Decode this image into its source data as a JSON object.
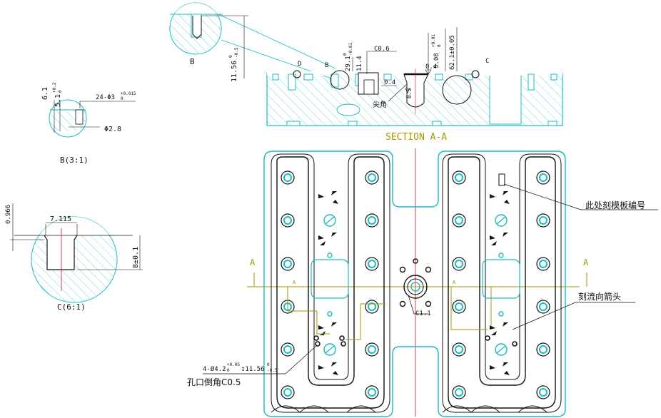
{
  "colors": {
    "outline": "#111111",
    "part": "#17bcc6",
    "hatch": "#6fd6dc",
    "centerline": "#e01010",
    "section": "#a79a00",
    "dim": "#111111"
  },
  "detail_b": {
    "label": "B",
    "scale_label": "B(3:1)",
    "dim_h1": "6.1",
    "dim_h2": "5.1",
    "dim_h2_tol_up": "+0.2",
    "dim_h2_tol_dn": "0",
    "dim_holes": "24-Φ3",
    "dim_holes_tol_up": "+0.015",
    "dim_holes_tol_dn": "0",
    "dim_dia": "Φ2.8"
  },
  "detail_c": {
    "label": "C",
    "scale_label": "C(6:1)",
    "dim_top": "0.966",
    "dim_width": "7.115",
    "dim_depth": "8±0.1"
  },
  "section": {
    "title": "SECTION A-A",
    "marker_d": "D",
    "marker_b": "B",
    "marker_c": "C",
    "chamfer": "C0.6",
    "dim_29": "29.1",
    "dim_29_tol_up": "0",
    "dim_29_tol_dn": "-0.01",
    "dim_114": "11.4",
    "dim_1156": "11.56",
    "dim_1156_tol_up": "0",
    "dim_1156_tol_dn": "-0.5",
    "dim_04a": "0.4",
    "dim_04b": "0.4",
    "dim_508": "5.08",
    "dim_508_tol_up": "+0.01",
    "dim_508_tol_dn": "0",
    "dim_621": "62.1±0.05",
    "dim_05": "0.5",
    "sharp_corner": "尖角"
  },
  "plan": {
    "section_letter_left": "A",
    "section_letter_right": "A",
    "center_chamfer": "C1.1",
    "note_mold_no": "此处刻模板编号",
    "note_flow_arrow": "刻流向箭头",
    "hole_spec": "4-Ø4.2",
    "hole_spec_tol_up": "+0.05",
    "hole_spec_tol_dn": "0",
    "hole_depth": "↧11.56",
    "hole_depth_tol_up": "0",
    "hole_depth_tol_dn": "-0.5",
    "hole_chamfer": "孔口倒角C0.5",
    "section_mark": "A"
  }
}
